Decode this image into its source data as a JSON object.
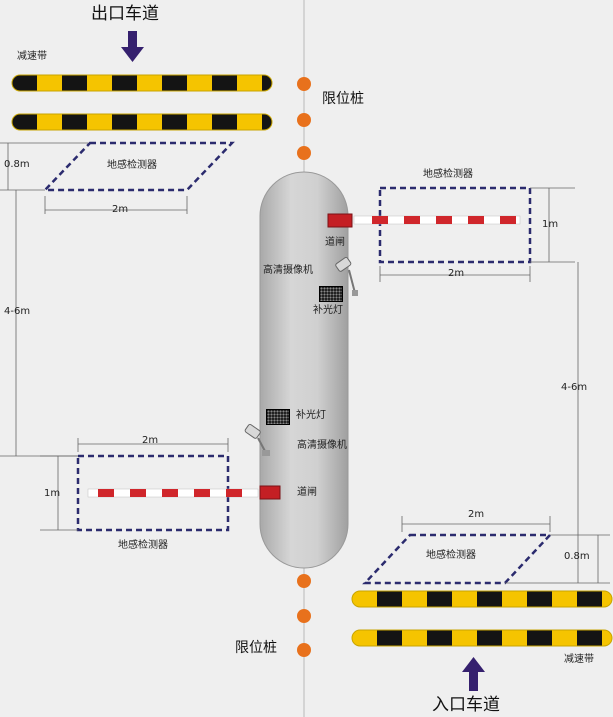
{
  "labels": {
    "exit_lane": "出口车道",
    "entry_lane": "入口车道",
    "speed_bump_top": "减速带",
    "speed_bump_bottom": "减速带",
    "limit_post_top": "限位桩",
    "limit_post_bottom": "限位桩",
    "ground_sensor_top_left": "地感检测器",
    "ground_sensor_top_right": "地感检测器",
    "ground_sensor_bottom_left": "地感检测器",
    "ground_sensor_bottom_right": "地感检测器",
    "barrier_top": "道闸",
    "barrier_bottom": "道闸",
    "hd_camera_top": "高清摄像机",
    "hd_camera_bottom": "高清摄像机",
    "fill_light_top": "补光灯",
    "fill_light_bottom": "补光灯",
    "dim_0_8m_top": "0.8m",
    "dim_0_8m_bottom": "0.8m",
    "dim_2m_top_left": "2m",
    "dim_2m_top_right": "2m",
    "dim_2m_bottom_left": "2m",
    "dim_2m_bottom_right": "2m",
    "dim_1m_top": "1m",
    "dim_1m_bottom": "1m",
    "dim_4_6m_left": "4-6m",
    "dim_4_6m_right": "4-6m"
  },
  "colors": {
    "background": "#efefef",
    "speed_bump_yellow": "#f5c400",
    "speed_bump_black": "#141414",
    "limit_post": "#e8711c",
    "island": "#c8c8c8",
    "dashed_box": "#2b2b6e",
    "barrier_red": "#d0262b",
    "arrow": "#35206e"
  }
}
